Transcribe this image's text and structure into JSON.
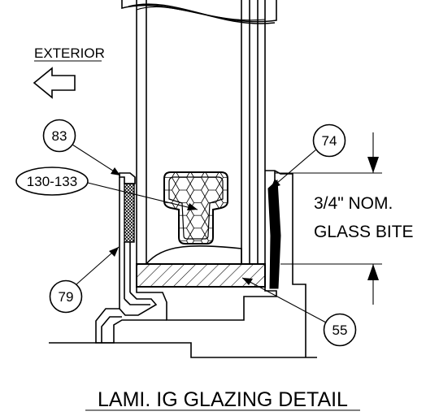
{
  "labels": {
    "exterior": "EXTERIOR",
    "bite_line1": "3/4\" NOM.",
    "bite_line2": "GLASS BITE",
    "title": "LAMI. IG GLAZING DETAIL"
  },
  "callouts": [
    {
      "id": "83",
      "text": "83"
    },
    {
      "id": "130-133",
      "text": "130-133"
    },
    {
      "id": "79",
      "text": "79"
    },
    {
      "id": "74",
      "text": "74"
    },
    {
      "id": "55",
      "text": "55"
    }
  ],
  "colors": {
    "line": "#000000",
    "background": "#ffffff"
  }
}
